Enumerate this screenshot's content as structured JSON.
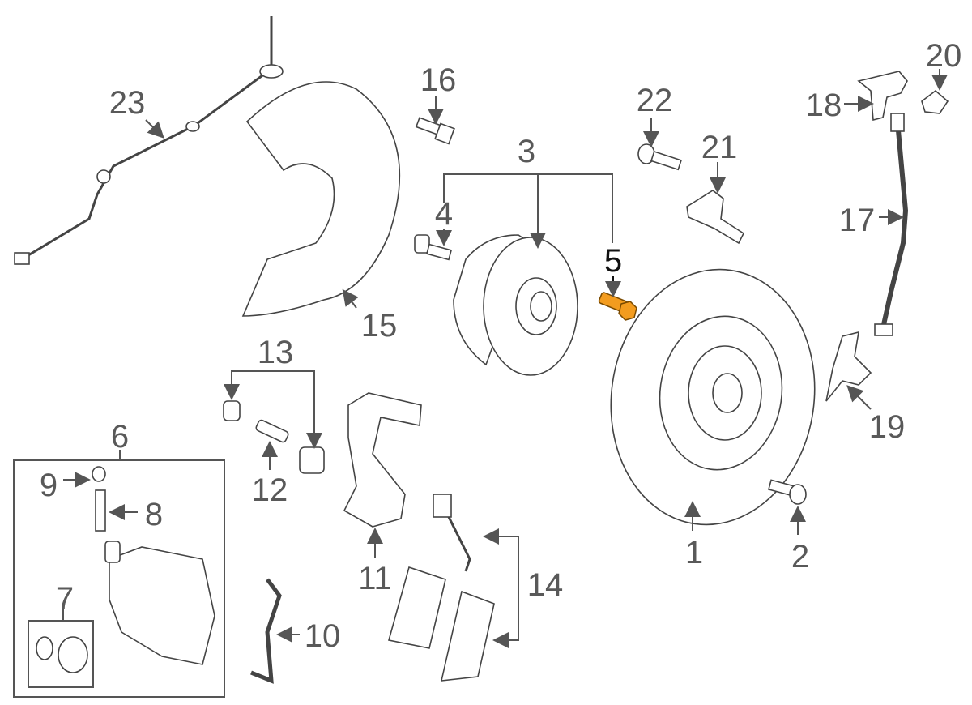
{
  "diagram": {
    "highlight_color": "#f39c1f",
    "highlighted_part": "5",
    "labels": {
      "p1": "1",
      "p2": "2",
      "p3": "3",
      "p4": "4",
      "p5": "5",
      "p6": "6",
      "p7": "7",
      "p8": "8",
      "p9": "9",
      "p10": "10",
      "p11": "11",
      "p12": "12",
      "p13": "13",
      "p14": "14",
      "p15": "15",
      "p16": "16",
      "p17": "17",
      "p18": "18",
      "p19": "19",
      "p20": "20",
      "p21": "21",
      "p22": "22",
      "p23": "23"
    }
  }
}
